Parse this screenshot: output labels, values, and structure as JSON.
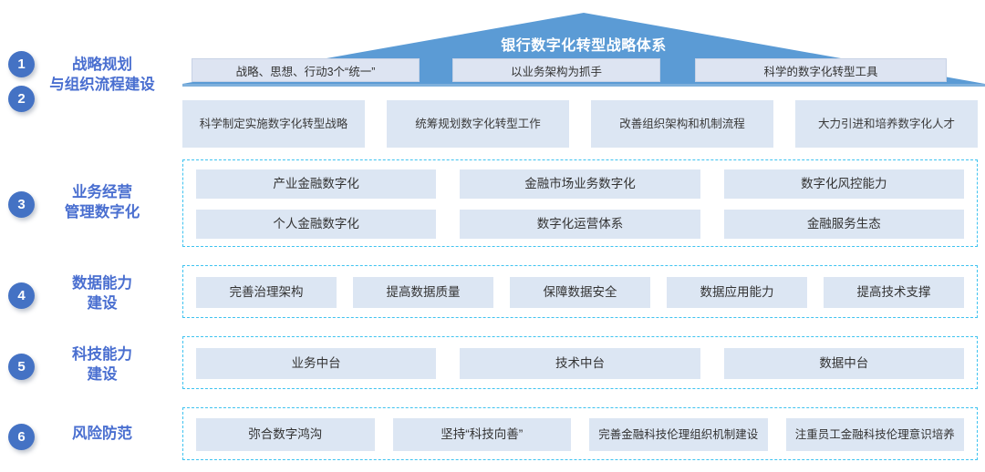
{
  "diagram": {
    "title": "银行数字化转型战略体系",
    "roof_boxes": [
      "战略、思想、行动3个“统一”",
      "以业务架构为抓手",
      "科学的数字化转型工具"
    ],
    "rows": [
      {
        "numbers": [
          "1",
          "2"
        ],
        "label": "战略规划\n与组织流程建设",
        "label_line1": "战略规划",
        "label_line2": "与组织流程建设",
        "items": [
          "科学制定实施数字化转型战略",
          "统筹规划数字化转型工作",
          "改善组织架构和机制流程",
          "大力引进和培养数字化人才"
        ]
      },
      {
        "numbers": [
          "3"
        ],
        "label_line1": "业务经营",
        "label_line2": "管理数字化",
        "items_row1": [
          "产业金融数字化",
          "金融市场业务数字化",
          "数字化风控能力"
        ],
        "items_row2": [
          "个人金融数字化",
          "数字化运营体系",
          "金融服务生态"
        ]
      },
      {
        "numbers": [
          "4"
        ],
        "label_line1": "数据能力",
        "label_line2": "建设",
        "items": [
          "完善治理架构",
          "提高数据质量",
          "保障数据安全",
          "数据应用能力",
          "提高技术支撑"
        ]
      },
      {
        "numbers": [
          "5"
        ],
        "label_line1": "科技能力",
        "label_line2": "建设",
        "items": [
          "业务中台",
          "技术中台",
          "数据中台"
        ]
      },
      {
        "numbers": [
          "6"
        ],
        "label_line1": "风险防范",
        "label_line2": "",
        "items": [
          "弥合数字鸿沟",
          "坚持“科技向善”",
          "完善金融科技伦理组织机制建设",
          "注重员工金融科技伦理意识培养"
        ]
      }
    ],
    "colors": {
      "badge": "#4472C4",
      "roof": "#5B9BD5",
      "roof_bar": "#7FB0DC",
      "label_text": "#4A6FD0",
      "cell_fill": "#DCE6F3",
      "dashed_border": "#3FC3F0"
    }
  }
}
